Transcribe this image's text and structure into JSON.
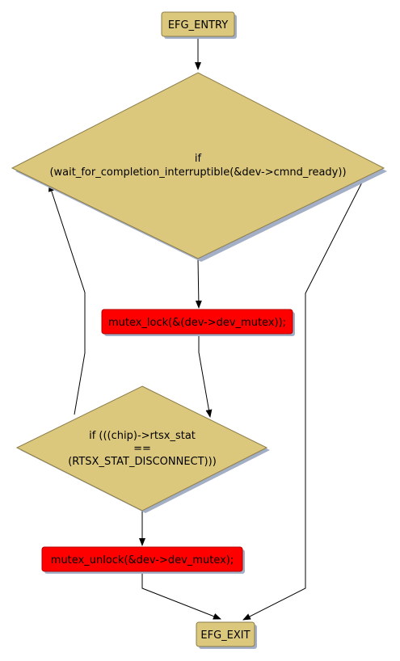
{
  "diagram": {
    "nodes": {
      "entry": {
        "label": "EFG_ENTRY"
      },
      "wait_cond": {
        "line1": "if",
        "line2": "(wait_for_completion_interruptible(&dev->cmnd_ready))"
      },
      "mutex_lock": {
        "label": "mutex_lock(&(dev->dev_mutex));"
      },
      "disconnect_cond": {
        "line1": "if (((chip)->rtsx_stat",
        "line2": "==",
        "line3": "(RTSX_STAT_DISCONNECT)))"
      },
      "mutex_unlock": {
        "label": "mutex_unlock(&dev->dev_mutex);"
      },
      "exit": {
        "label": "EFG_EXIT"
      }
    },
    "colors": {
      "node_fill": "#dcc87d",
      "node_stroke": "#8c7d4a",
      "action_fill": "#ff0000",
      "action_stroke": "#b40000",
      "shadow": "#a3afc6",
      "edge": "#000000"
    }
  }
}
